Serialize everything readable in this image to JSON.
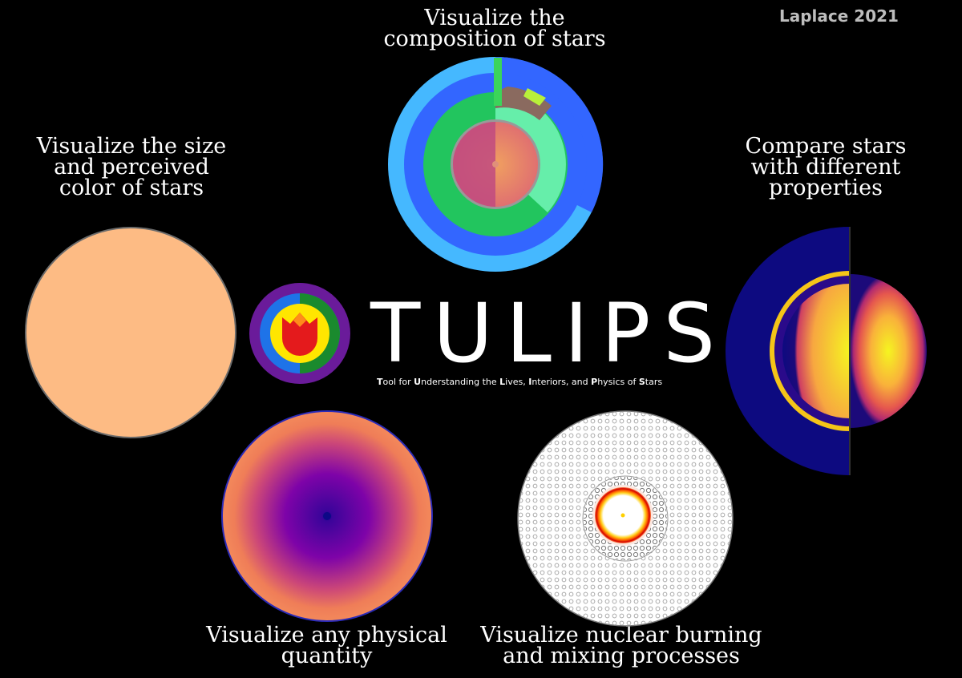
{
  "credit": "Laplace 2021",
  "logo": {
    "wordmark": "TULIPS",
    "tagline": [
      {
        "t": "T",
        "b": true
      },
      {
        "t": "ool for ",
        "b": false
      },
      {
        "t": "U",
        "b": true
      },
      {
        "t": "nderstanding the ",
        "b": false
      },
      {
        "t": "L",
        "b": true
      },
      {
        "t": "ives, ",
        "b": false
      },
      {
        "t": "I",
        "b": true
      },
      {
        "t": "nteriors, and ",
        "b": false
      },
      {
        "t": "P",
        "b": true
      },
      {
        "t": "hysics of ",
        "b": false
      },
      {
        "t": "S",
        "b": true
      },
      {
        "t": "tars",
        "b": false
      }
    ],
    "icon": "tulip-icon"
  },
  "captions": {
    "composition": "Visualize the\ncomposition of stars",
    "size_color": "Visualize the size\nand perceived\ncolor of stars",
    "compare": "Compare stars\nwith different\nproperties",
    "physical": "Visualize any physical\nquantity",
    "nuclear": "Visualize nuclear burning\nand mixing processes"
  },
  "colors": {
    "background": "#000000",
    "star_color": "#fdbb84",
    "logo_purple": "#6a1b9a",
    "logo_blue": "#1e73e8",
    "logo_green": "#1a8a2e",
    "logo_yellow": "#ffe600",
    "logo_red": "#e41a1c"
  }
}
